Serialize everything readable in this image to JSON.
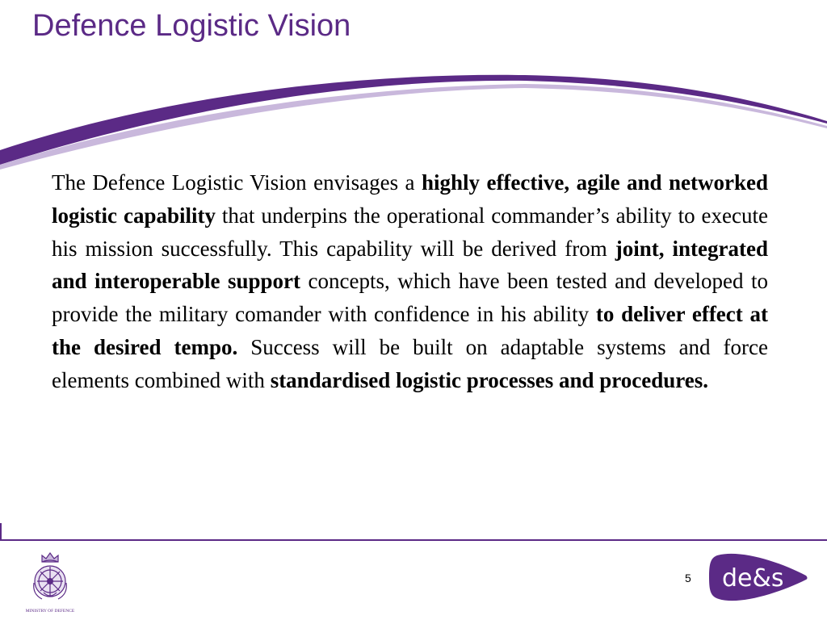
{
  "slide": {
    "title": "Defence Logistic Vision",
    "page_number": "5"
  },
  "body": {
    "segments": [
      {
        "text": "The Defence Logistic Vision envisages a ",
        "bold": false
      },
      {
        "text": "highly effective, agile and networked logistic capability",
        "bold": true
      },
      {
        "text": " that underpins the operational commander’s ability to execute his mission successfully.  This capability will be derived from ",
        "bold": false
      },
      {
        "text": "joint, integrated and interoperable support",
        "bold": true
      },
      {
        "text": " concepts, which have been tested and developed to provide the military comander with confidence in his ability ",
        "bold": false
      },
      {
        "text": "to deliver effect at the desired tempo.",
        "bold": true
      },
      {
        "text": " Success will be built on adaptable systems and force elements combined with ",
        "bold": false
      },
      {
        "text": "standardised logistic processes and procedures.",
        "bold": true
      }
    ]
  },
  "footer": {
    "mod_logo_caption": "MINISTRY OF DEFENCE",
    "des_logo_text": "de&s"
  },
  "colors": {
    "brand_purple": "#5b2a86",
    "swoosh_light": "#c9b8dc"
  }
}
